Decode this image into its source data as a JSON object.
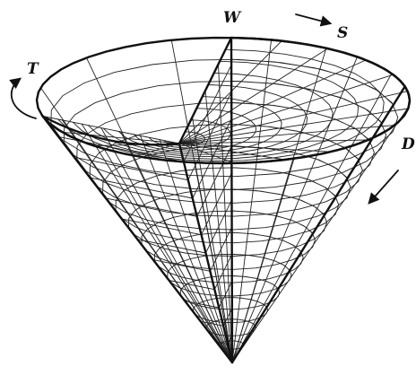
{
  "labels": {
    "top": "W",
    "top_right": "S",
    "right": "D",
    "left": "T"
  },
  "colors": {
    "ink": "#111111",
    "background": "#ffffff"
  }
}
